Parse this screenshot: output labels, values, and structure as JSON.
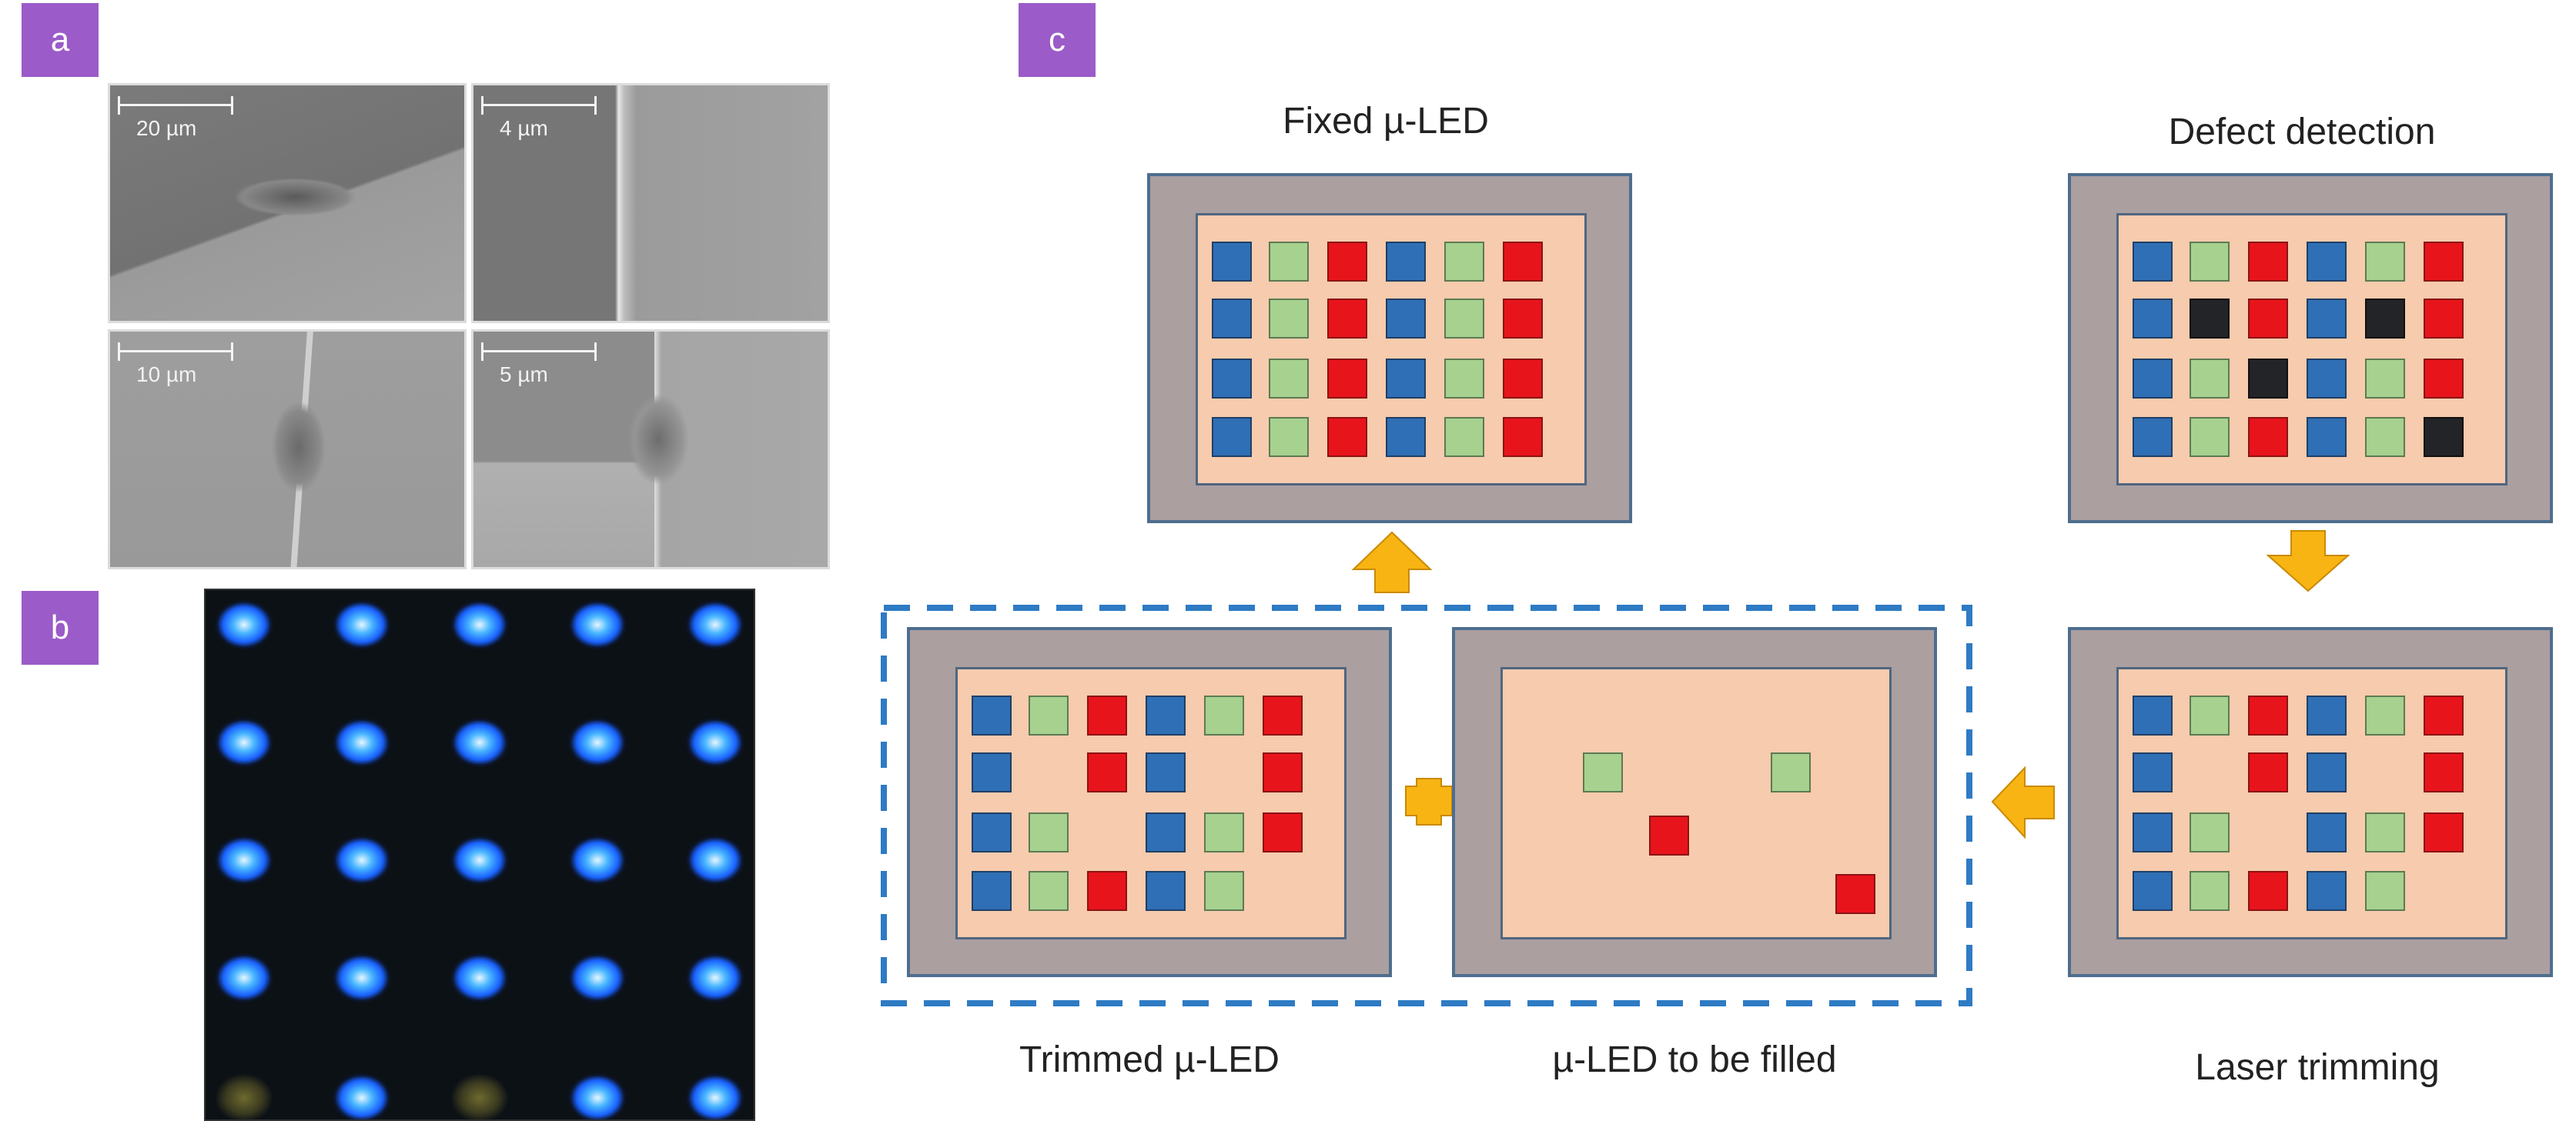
{
  "panel_labels": {
    "a": "a",
    "b": "b",
    "c": "c"
  },
  "sem_images": [
    {
      "scale": "20 µm"
    },
    {
      "scale": "4 µm"
    },
    {
      "scale": "10 µm"
    },
    {
      "scale": "5 µm"
    }
  ],
  "photo": {
    "rows": 5,
    "cols": 5
  },
  "steps": {
    "fixed": "Fixed µ-LED",
    "defect": "Defect detection",
    "laser": "Laser trimming",
    "trimmed": "Trimmed µ-LED",
    "filled": "µ-LED to be filled"
  },
  "colors": {
    "blue": "#2f6fb5",
    "green": "#a6d18f",
    "red": "#e8141c",
    "black": "#222428",
    "arrow": "#f7b412",
    "accent": "#9b5bc9",
    "dash": "#2e7bc4"
  }
}
